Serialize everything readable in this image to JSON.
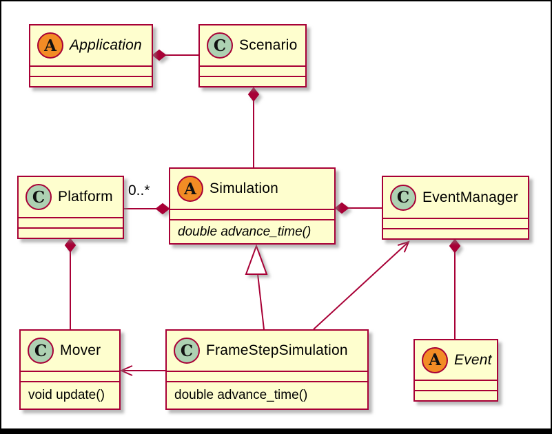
{
  "diagram": {
    "type": "uml-class-diagram",
    "classes": {
      "application": {
        "stereotype": "A",
        "name": "Application"
      },
      "scenario": {
        "stereotype": "C",
        "name": "Scenario"
      },
      "platform": {
        "stereotype": "C",
        "name": "Platform"
      },
      "simulation": {
        "stereotype": "A",
        "name": "Simulation",
        "method": "double advance_time()"
      },
      "eventmanager": {
        "stereotype": "C",
        "name": "EventManager"
      },
      "mover": {
        "stereotype": "C",
        "name": "Mover",
        "method": "void update()"
      },
      "framestep": {
        "stereotype": "C",
        "name": "FrameStepSimulation",
        "method": "double advance_time()"
      },
      "event": {
        "stereotype": "A",
        "name": "Event"
      }
    },
    "labels": {
      "platform_multiplicity": "0..*"
    },
    "relationships": [
      {
        "from": "Application",
        "to": "Scenario",
        "type": "composition",
        "diamond_on": "Application"
      },
      {
        "from": "Scenario",
        "to": "Simulation",
        "type": "composition",
        "diamond_on": "Scenario"
      },
      {
        "from": "Simulation",
        "to": "Platform",
        "type": "composition",
        "diamond_on": "Simulation",
        "multiplicity": "0..*"
      },
      {
        "from": "Simulation",
        "to": "EventManager",
        "type": "composition",
        "diamond_on": "Simulation"
      },
      {
        "from": "FrameStepSimulation",
        "to": "Simulation",
        "type": "generalization"
      },
      {
        "from": "FrameStepSimulation",
        "to": "EventManager",
        "type": "association-arrow"
      },
      {
        "from": "EventManager",
        "to": "Event",
        "type": "composition",
        "diamond_on": "EventManager"
      },
      {
        "from": "Platform",
        "to": "Mover",
        "type": "composition",
        "diamond_on": "Platform"
      },
      {
        "from": "FrameStepSimulation",
        "to": "Mover",
        "type": "association-arrow"
      }
    ],
    "colors": {
      "line": "#A80036",
      "class_fill": "#FEFECE",
      "class_spot_fill": "#ADD1B2",
      "abstract_spot_fill": "#F28C25",
      "background": "#FFFFFF",
      "outer_frame": "#000000"
    }
  }
}
